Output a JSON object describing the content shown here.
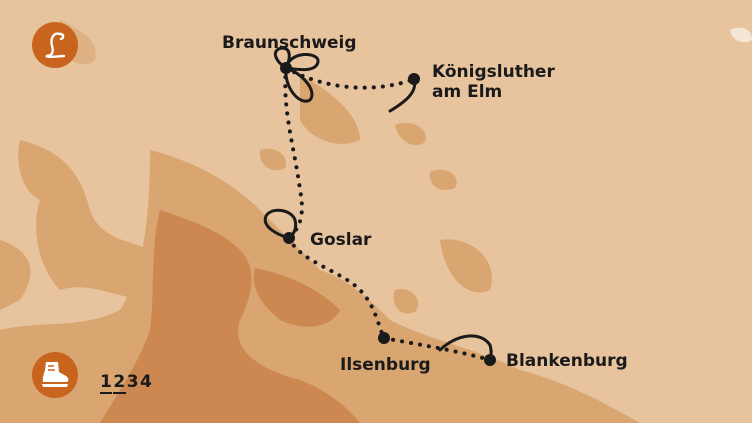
{
  "map": {
    "brand": {
      "icon": "script-letter-l-icon"
    },
    "cities": [
      {
        "name": "Braunschweig"
      },
      {
        "name": "Königsluther\nam Elm"
      },
      {
        "name": "Goslar"
      },
      {
        "name": "Ilsenburg"
      },
      {
        "name": "Blankenburg"
      }
    ],
    "difficulty": {
      "icon": "hiking-boot-icon",
      "levels": [
        "1",
        "2",
        "3",
        "4"
      ],
      "selected": "2"
    },
    "colors": {
      "background": "#e8c49e",
      "terrain_mid": "#d9a672",
      "terrain_high": "#cc8850",
      "badge": "#c8641e",
      "route": "#1a1a1a"
    }
  }
}
